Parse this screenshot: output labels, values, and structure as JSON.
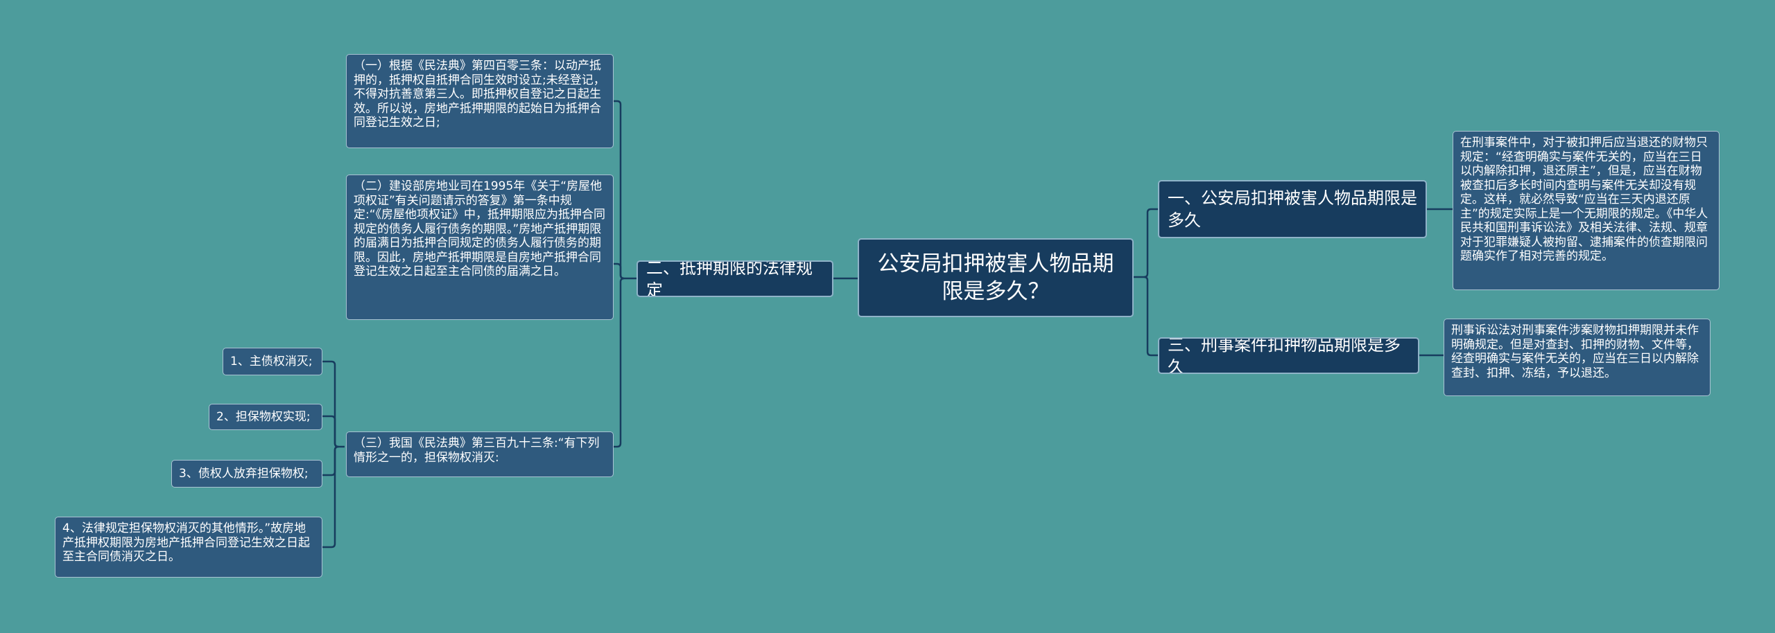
{
  "root": "公安局扣押被害人物品期限是多久？",
  "branches": {
    "right1": {
      "label": "一、公安局扣押被害人物品期限是多久",
      "detail": "在刑事案件中，对于被扣押后应当退还的财物只规定：“经查明确实与案件无关的，应当在三日以内解除扣押，退还原主”，但是，应当在财物被查扣后多长时间内查明与案件无关却没有规定。这样，就必然导致“应当在三天内退还原主”的规定实际上是一个无期限的规定。《中华人民共和国刑事诉讼法》及相关法律、法规、规章对于犯罪嫌疑人被拘留、逮捕案件的侦查期限问题确实作了相对完善的规定。"
    },
    "right3": {
      "label": "三、刑事案件扣押物品期限是多久",
      "detail": "刑事诉讼法对刑事案件涉案财物扣押期限并未作明确规定。但是对查封、扣押的财物、文件等，经查明确实与案件无关的，应当在三日以内解除查封、扣押、冻结，予以退还。"
    },
    "left2": {
      "label": "二、抵押期限的法律规定",
      "items": [
        "（一）根据《民法典》第四百零三条：以动产抵押的，抵押权自抵押合同生效时设立;未经登记，不得对抗善意第三人。即抵押权自登记之日起生效。所以说，房地产抵押期限的起始日为抵押合同登记生效之日;",
        "（二）建设部房地业司在1995年《关于“房屋他项权证”有关问题请示的答复》第一条中规定:“《房屋他项权证》中，抵押期限应为抵押合同规定的债务人履行债务的期限。”房地产抵押期限的届满日为抵押合同规定的债务人履行债务的期限。因此，房地产抵押期限是自房地产抵押合同登记生效之日起至主合同债的届满之日。",
        "（三）我国《民法典》第三百九十三条:“有下列情形之一的，担保物权消灭:"
      ],
      "subitems": [
        "1、主债权消灭;",
        "2、担保物权实现;",
        "3、债权人放弃担保物权;",
        "4、法律规定担保物权消灭的其他情形。”故房地产抵押权期限为房地产抵押合同登记生效之日起至主合同债消灭之日。"
      ]
    }
  },
  "colors": {
    "background": "#4d9c9c",
    "main_node": "#173c5e",
    "leaf_node": "#2f5a7e",
    "connector": "#173c5e"
  }
}
